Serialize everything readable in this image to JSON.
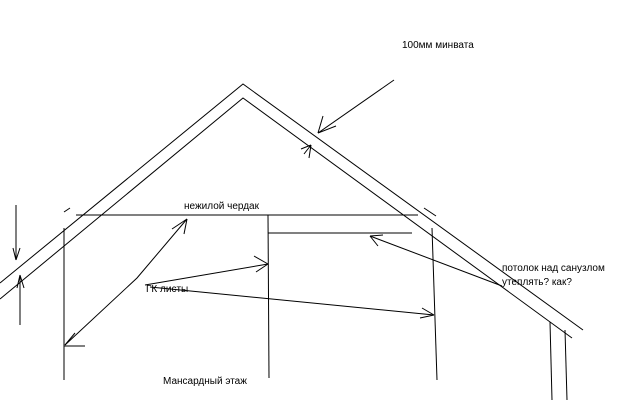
{
  "labels": {
    "insulation": "100мм минвата",
    "attic": "нежилой чердак",
    "drywall": "ГК листы",
    "question_line1": "потолок над санузлом",
    "question_line2": "утеплять? как?",
    "floor": "Мансардный этаж"
  }
}
